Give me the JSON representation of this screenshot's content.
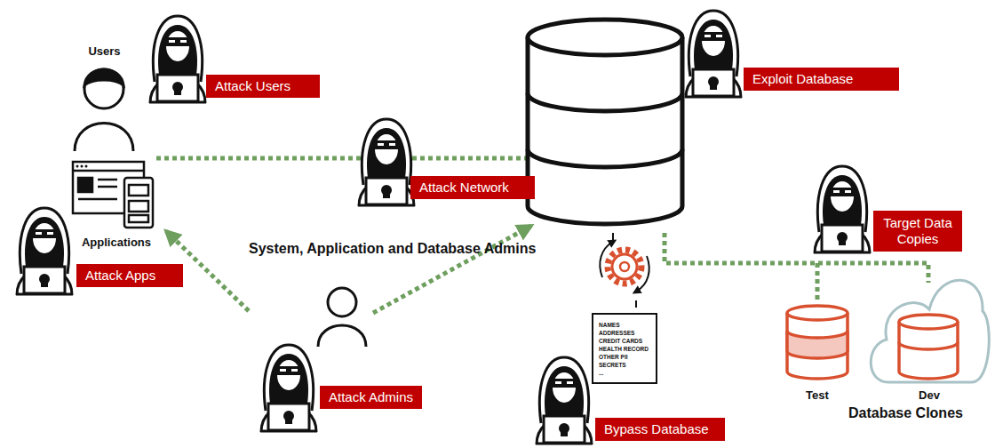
{
  "diagram": {
    "nodes": [
      {
        "text": [
          "Users"
        ]
      },
      {
        "text": [
          "Attack Users"
        ]
      },
      {
        "text": [
          "Applications"
        ]
      },
      {
        "text": [
          "Attack Apps"
        ]
      },
      {
        "text": [
          "Attack Network"
        ]
      },
      {
        "text": [
          "System, Application and Database Admins"
        ]
      },
      {
        "text": [
          "Attack Admins"
        ]
      },
      {
        "text": [
          "Exploit Database"
        ]
      },
      {
        "text": [
          "NAMES",
          "ADDRESSES",
          "CREDIT CARDS",
          "HEALTH RECORD",
          "OTHER PII",
          "SECRETS",
          "..."
        ]
      },
      {
        "text": [
          "Bypass Database"
        ]
      },
      {
        "text": [
          "Target Data Copies"
        ]
      },
      {
        "text": [
          "Test"
        ]
      },
      {
        "text": [
          "Dev"
        ]
      }
    ],
    "edges": [
      {
        "from": 5,
        "to": 2,
        "arrow": "to"
      }
    ],
    "labels": [
      "Database Clones"
    ]
  }
}
